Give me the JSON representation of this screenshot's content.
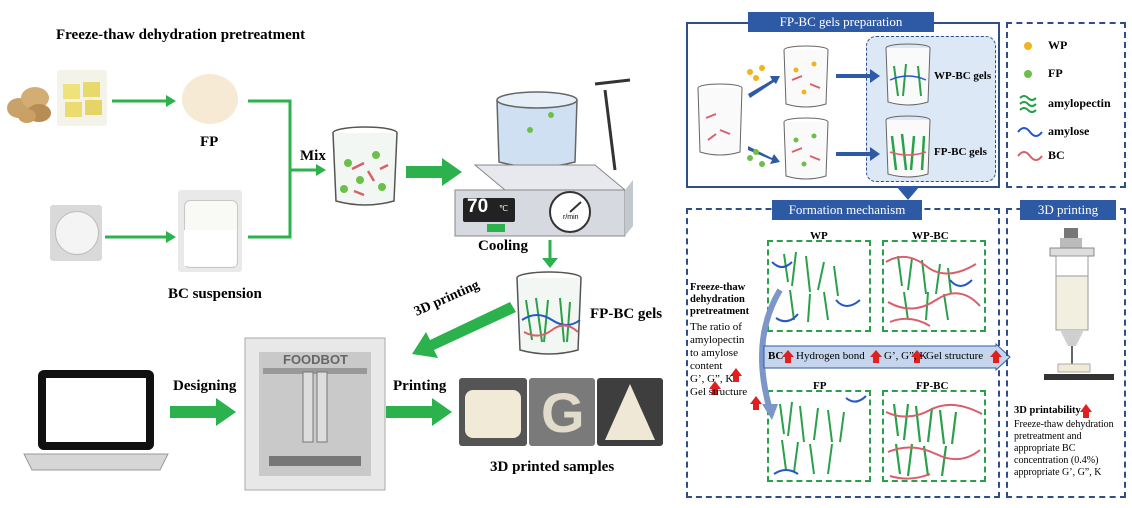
{
  "left": {
    "pretreatment_title": "Freeze-thaw dehydration pretreatment",
    "fp_label": "FP",
    "bc_label": "BC suspension",
    "mix_label": "Mix",
    "cooling_label": "Cooling",
    "gels_label": "FP-BC gels",
    "printing_arrow_label": "3D printing",
    "designing_label": "Designing",
    "printing_label": "Printing",
    "samples_label": "3D printed samples",
    "display_value": "70",
    "display_unit": "℃",
    "dial_unit": "r/min",
    "printer_brand": "FOODBOT",
    "sample_letter": "G"
  },
  "right": {
    "prep_title": "FP-BC gels preparation",
    "wp_bc_gels": "WP-BC gels",
    "fp_bc_gels": "FP-BC gels",
    "legend": {
      "wp": "WP",
      "fp": "FP",
      "amylopectin": "amylopectin",
      "amylose": "amylose",
      "bc": "BC"
    },
    "mechanism_title": "Formation  mechanism",
    "printing_title": "3D printing",
    "panel_wp": "WP",
    "panel_wpbc": "WP-BC",
    "panel_fp": "FP",
    "panel_fpbc": "FP-BC",
    "side_title": "Freeze-thaw dehydration pretreatment",
    "side_line1": "The ratio of",
    "side_line2": "amylopectin",
    "side_line3": "to amylose",
    "side_line4": "content",
    "side_line5": "G’, G”, K",
    "side_line6": "Gel structure",
    "bar_bc": "BC",
    "bar_hb": "Hydrogen bond",
    "bar_g": "G’, G”, K",
    "bar_gel": "Gel structure",
    "printability_title": "3D printability",
    "printability_text1": "Freeze-thaw dehydration",
    "printability_text2": "pretreatment and",
    "printability_text3": "appropriate BC",
    "printability_text4": "concentration (0.4%)",
    "printability_text5": "appropriate G’, G”, K"
  },
  "colors": {
    "green_arrow": "#2bb24c",
    "blue_arrow": "#2e5aa5",
    "banner": "#2e5aa5",
    "up_arrow": "#e0201e",
    "amylopectin": "#2aa04a",
    "amylose": "#2458c8",
    "bc": "#d8606a",
    "wp_dot": "#f2b41c",
    "fp_dot": "#6cc04a"
  }
}
